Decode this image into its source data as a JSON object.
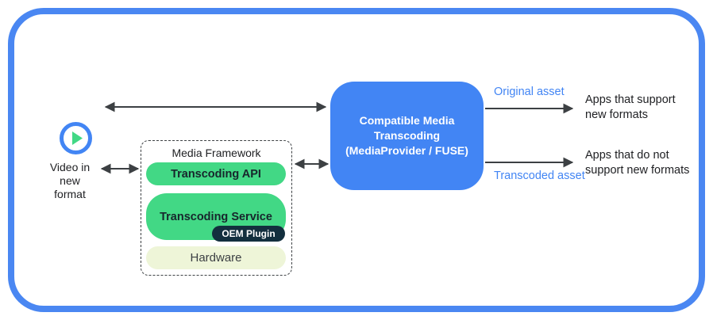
{
  "diagram": {
    "video_source": {
      "icon": "play-icon",
      "label_lines": [
        "Video in",
        "new",
        "format"
      ]
    },
    "media_framework": {
      "title": "Media Framework",
      "layers": [
        {
          "label": "Transcoding API"
        },
        {
          "label": "Transcoding Service",
          "badge": "OEM Plugin"
        },
        {
          "label": "Hardware"
        }
      ]
    },
    "transcoding_box": {
      "label_lines": [
        "Compatible Media",
        "Transcoding",
        "(MediaProvider / FUSE)"
      ]
    },
    "outputs": [
      {
        "arrow_label": "Original asset",
        "target_lines": [
          "Apps that support",
          "new formats"
        ]
      },
      {
        "arrow_label": "Transcoded asset",
        "target_lines": [
          "Apps that do not",
          "support new formats"
        ]
      }
    ]
  },
  "colors": {
    "accent_blue": "#4285f4",
    "pill_green": "#42d885",
    "oem_navy": "#132f3e",
    "hardware_cream": "#eef5d8",
    "arrow_gray": "#3c4043",
    "text_dark": "#202124"
  }
}
